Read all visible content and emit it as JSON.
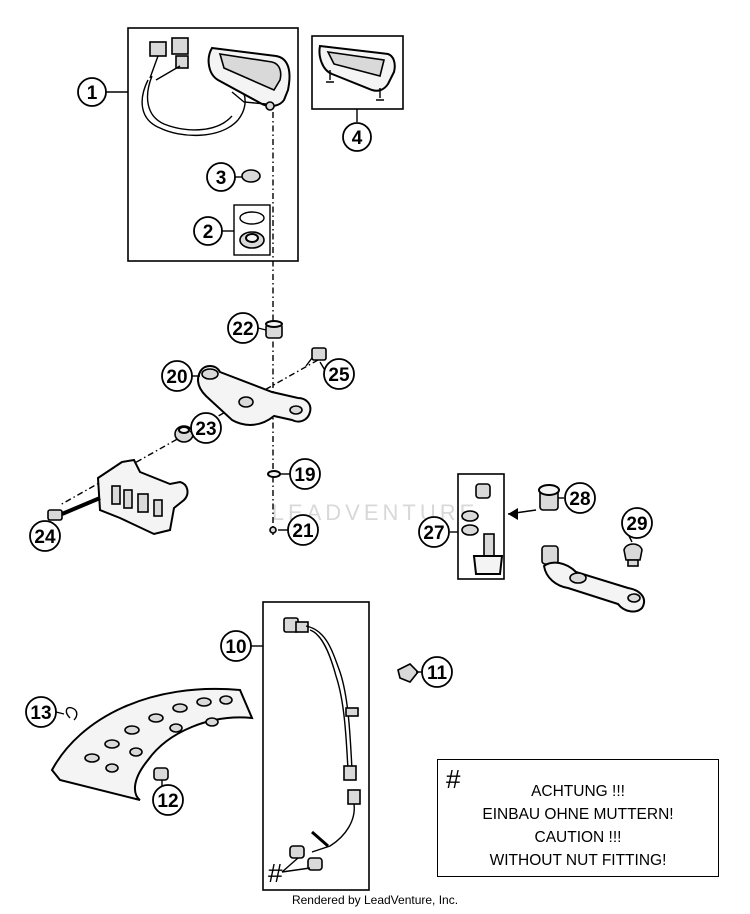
{
  "callouts": {
    "c1": "1",
    "c2": "2",
    "c3": "3",
    "c4": "4",
    "c10": "10",
    "c11": "11",
    "c12": "12",
    "c13": "13",
    "c19": "19",
    "c20": "20",
    "c21": "21",
    "c22": "22",
    "c23": "23",
    "c24": "24",
    "c25": "25",
    "c27": "27",
    "c28": "28",
    "c29": "29"
  },
  "note": {
    "symbol": "#",
    "line1": "ACHTUNG !!!",
    "line2": "EINBAU OHNE MUTTERN!",
    "line3": "CAUTION !!!",
    "line4": "WITHOUT NUT FITTING!"
  },
  "nut_marker": "#",
  "watermark": "LEADVENTURE",
  "footer": "Rendered by LeadVenture, Inc."
}
